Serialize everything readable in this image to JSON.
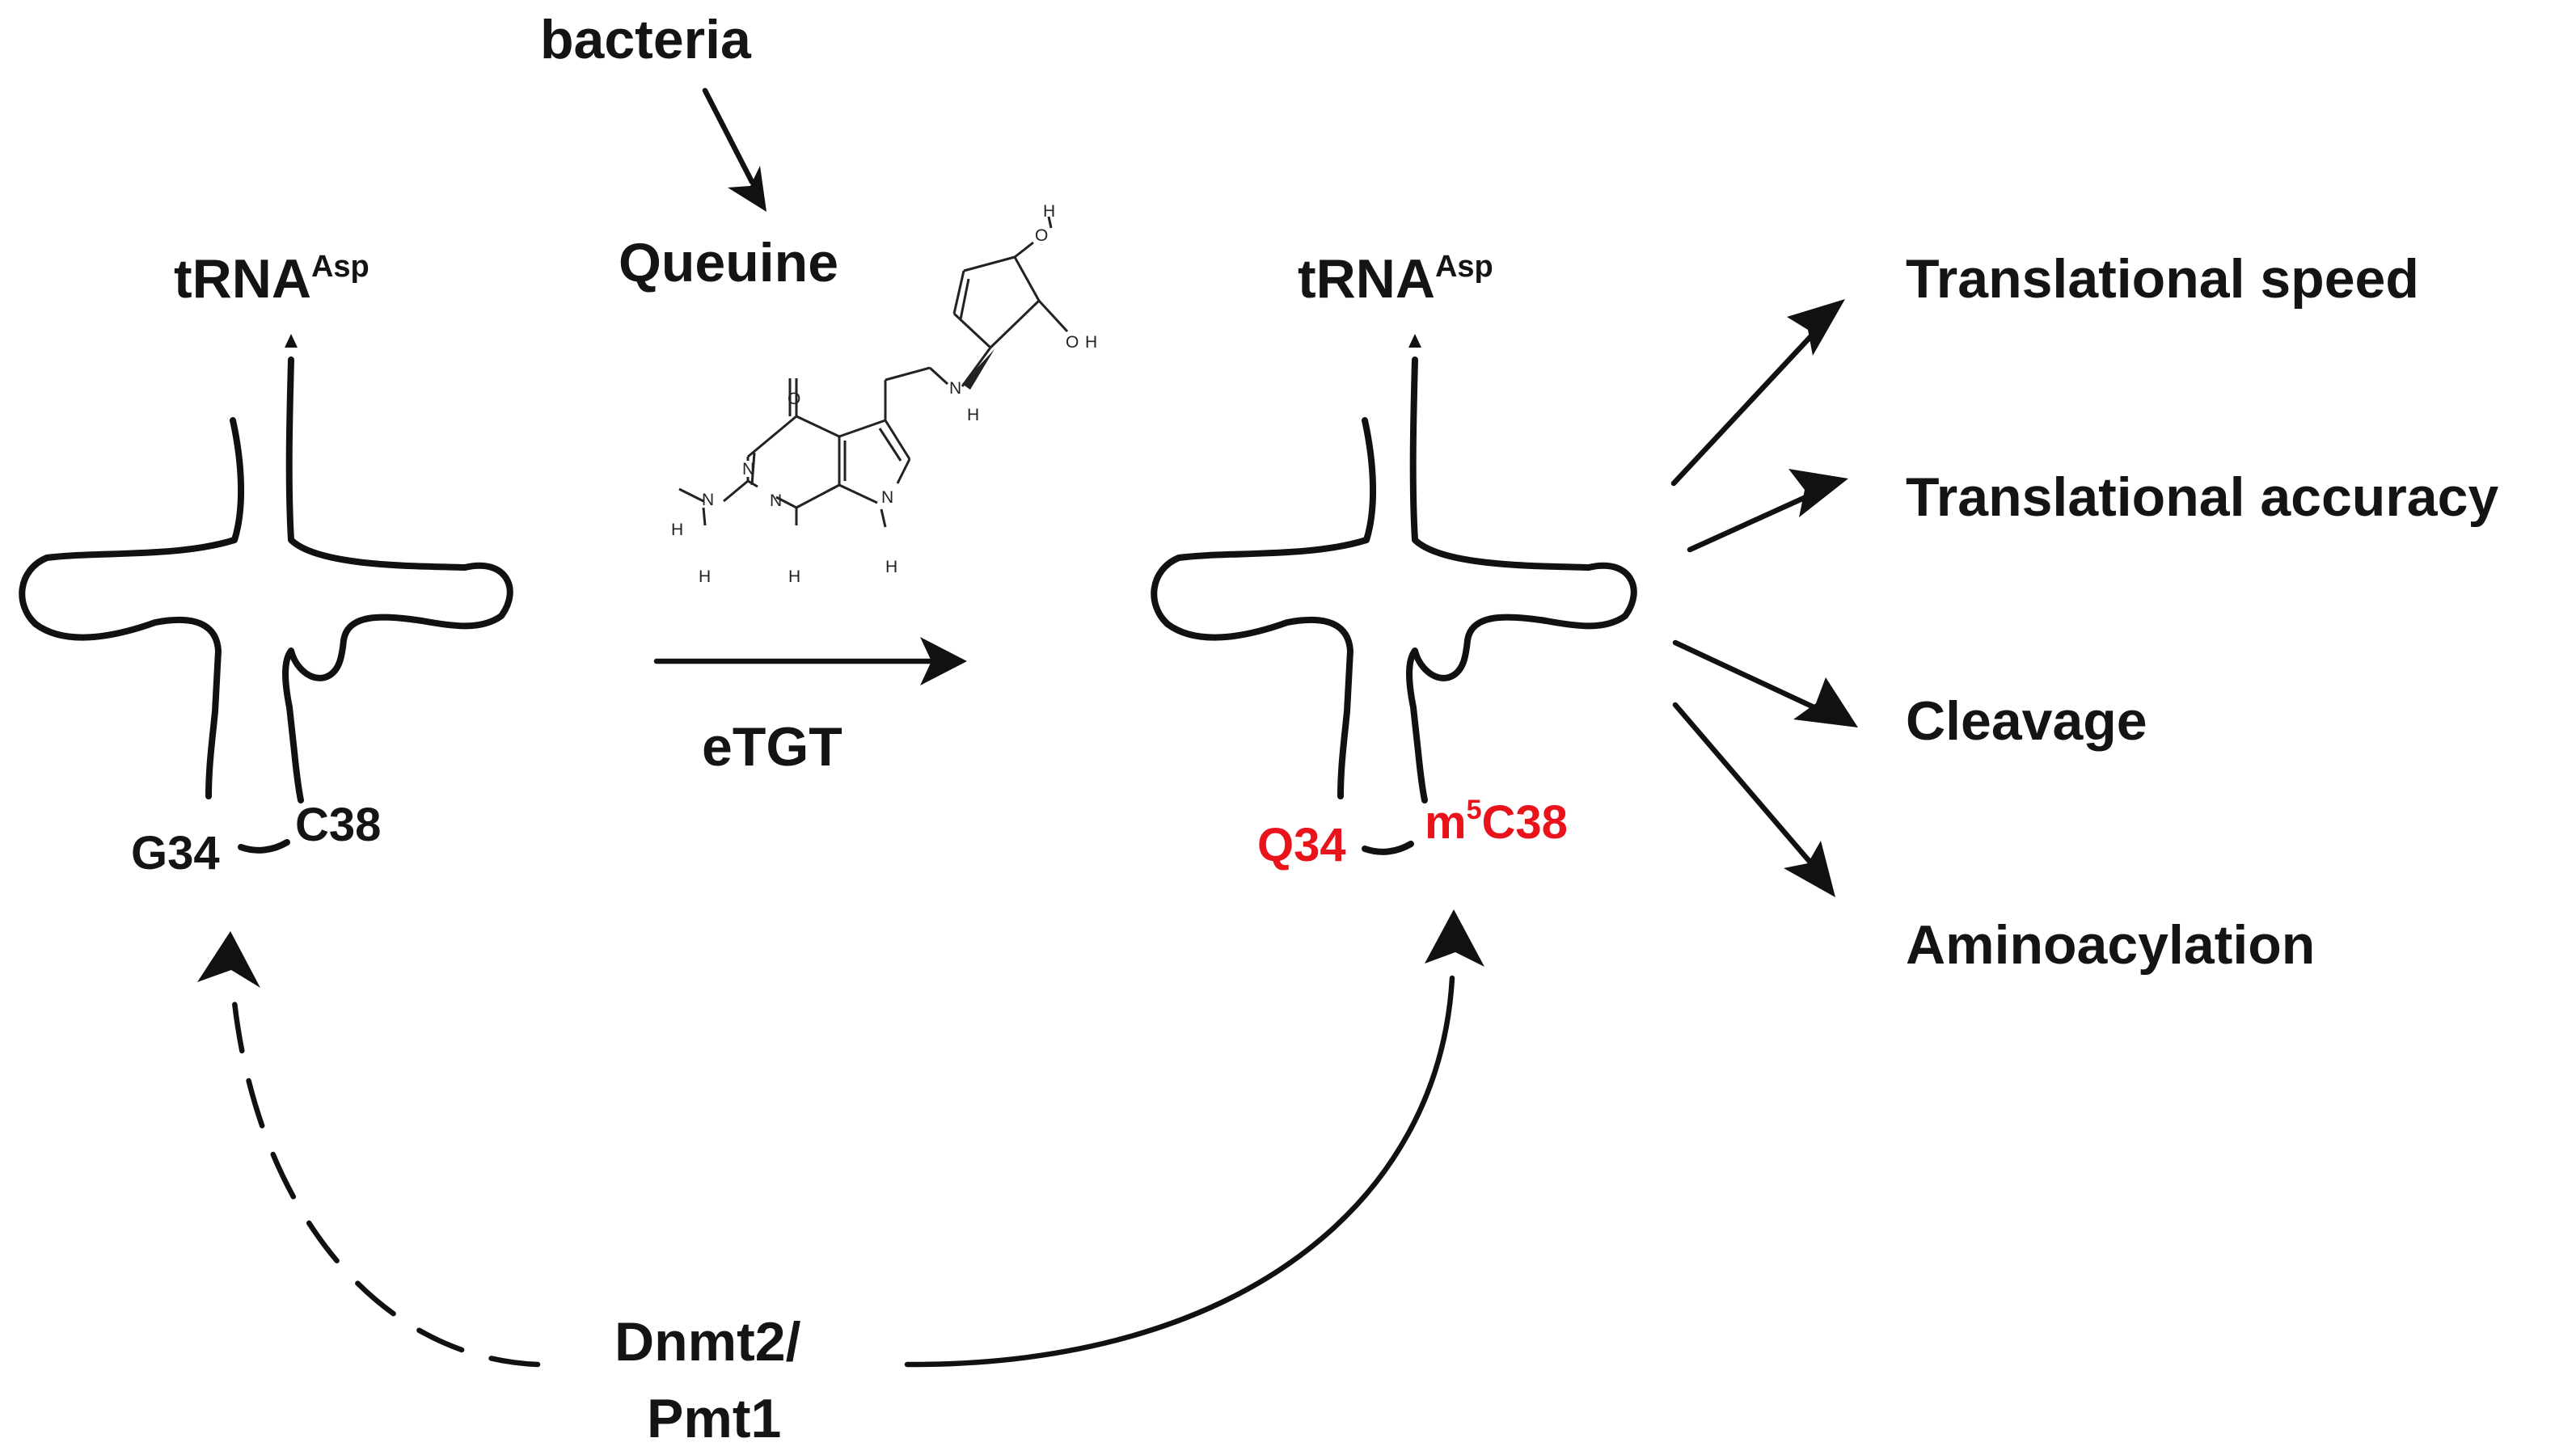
{
  "source": {
    "label": "bacteria"
  },
  "queuine": {
    "label": "Queuine"
  },
  "molecule_atoms": {
    "o": "O",
    "h": "H",
    "n": "N"
  },
  "enzyme": {
    "label": "eTGT"
  },
  "trna_left": {
    "label": "tRNA",
    "superscript": "Asp",
    "pos34": "G34",
    "pos38": "C38"
  },
  "trna_right": {
    "label": "tRNA",
    "superscript": "Asp",
    "pos34": "Q34",
    "pos38_prefix": "m",
    "pos38_sup": "5",
    "pos38_suffix": "C38",
    "modified_color": "#e8131b"
  },
  "methyltransferase": {
    "line1": "Dnmt2/",
    "line2": "Pmt1"
  },
  "effects": [
    {
      "label": "Translational speed"
    },
    {
      "label": "Translational accuracy"
    },
    {
      "label": "Cleavage"
    },
    {
      "label": "Aminoacylation"
    }
  ]
}
